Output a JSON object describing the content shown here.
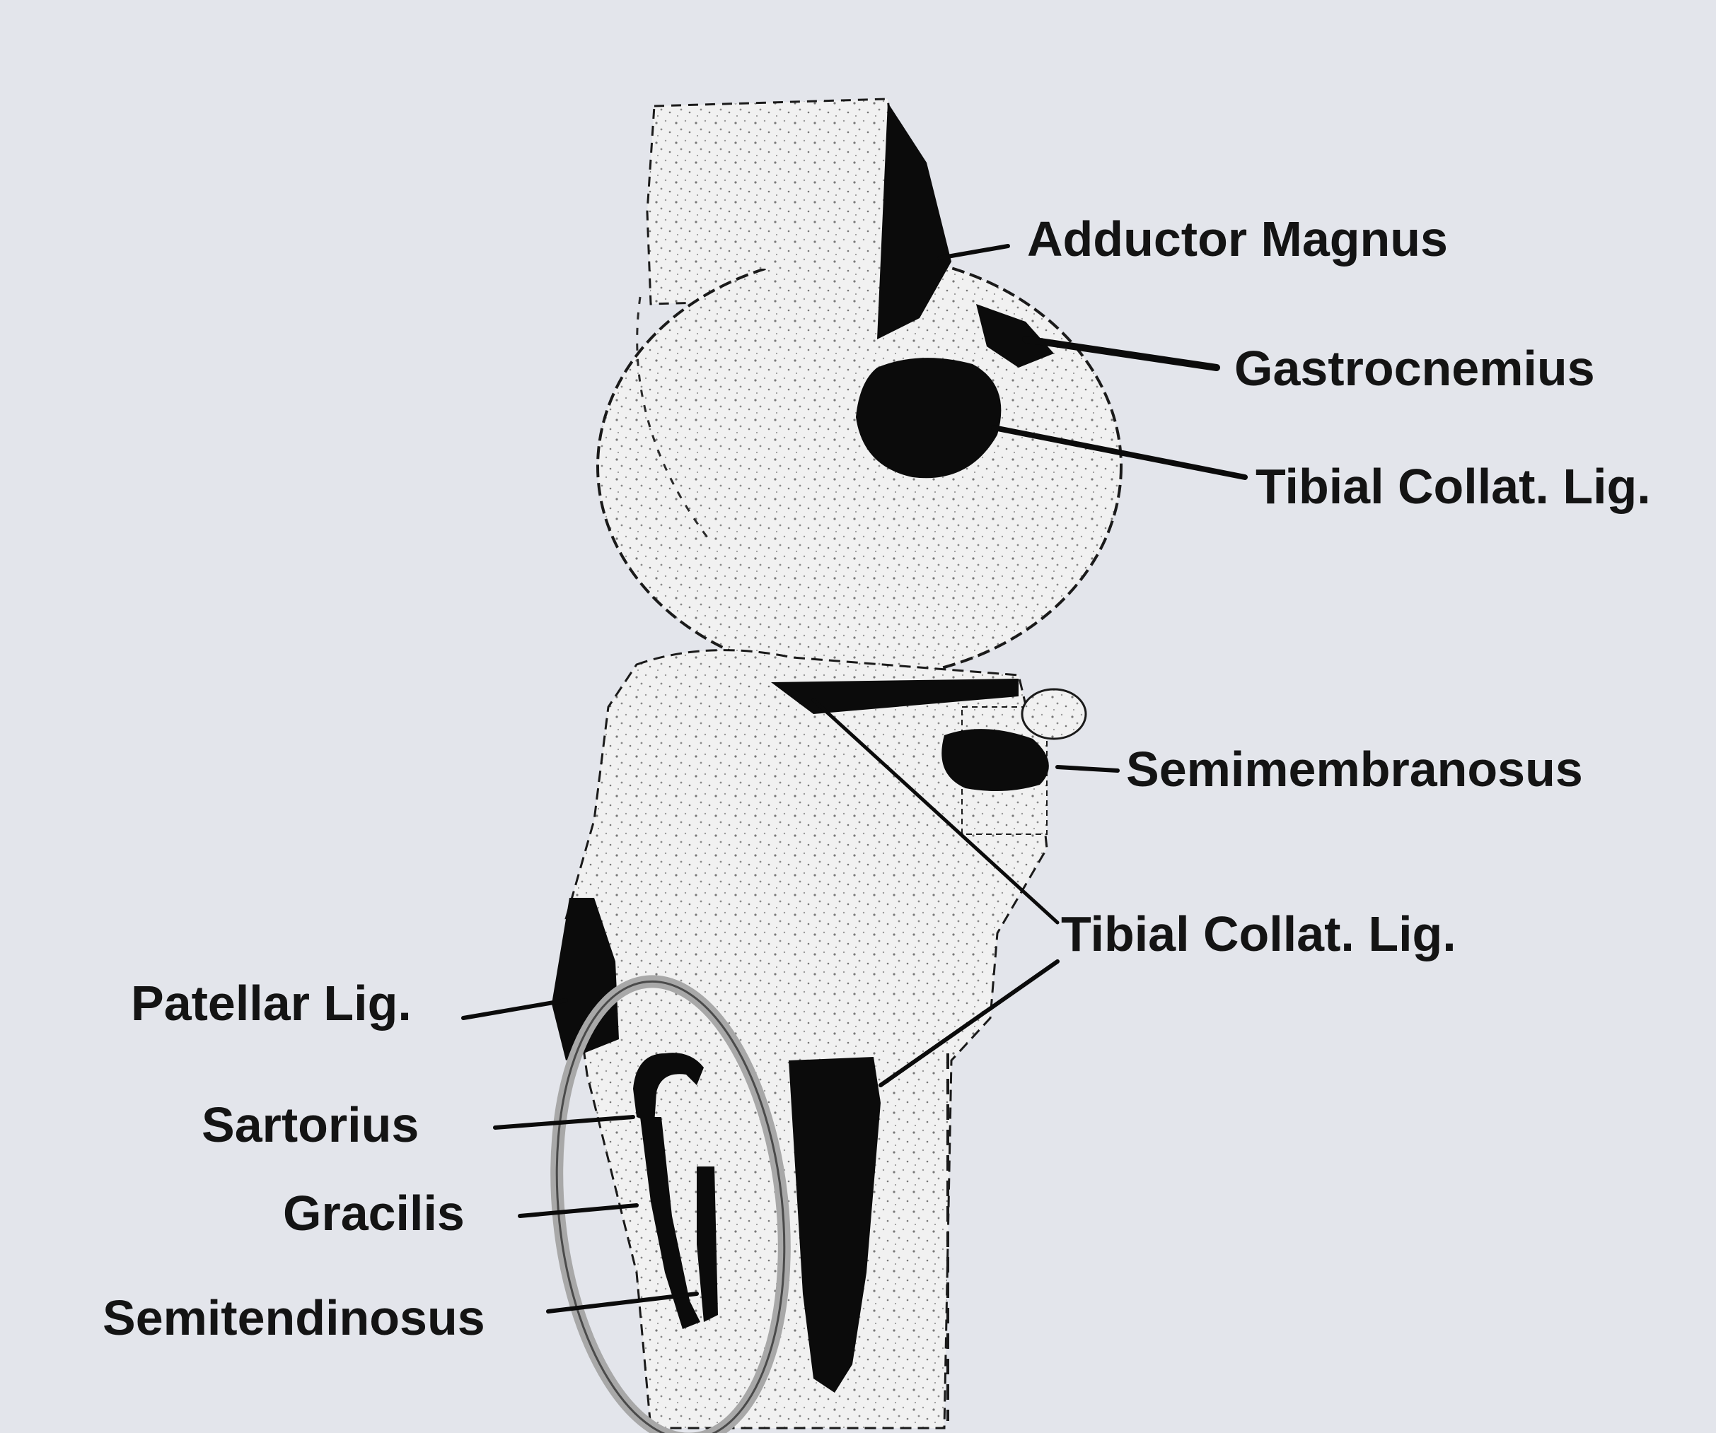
{
  "figure": {
    "labels": {
      "adductor_magnus": "Adductor Magnus",
      "gastrocnemius": "Gastrocnemius",
      "tibial_collat_upper": "Tibial Collat. Lig.",
      "semimembranosus": "Semimembranosus",
      "tibial_collat_lower": "Tibial Collat. Lig.",
      "patellar_lig": "Patellar Lig.",
      "sartorius": "Sartorius",
      "gracilis": "Gracilis",
      "semitendinosus": "Semitendinosus"
    },
    "colors": {
      "background": "#e3e5eb",
      "bone": "#f1f1f1",
      "muscle": "#0b0b0b",
      "circle_highlight": "#a8a8a8"
    }
  }
}
